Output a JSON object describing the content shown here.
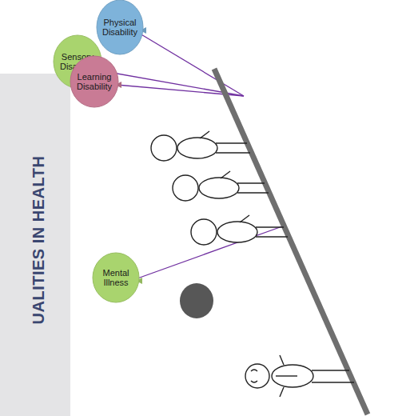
{
  "diagram": {
    "title": "UALITIES IN HEALTH",
    "nodes": [
      {
        "text": [
          "Physical Disability"
        ]
      },
      {
        "text": [
          "Sensory Disability"
        ]
      },
      {
        "text": [
          "Learning Disability"
        ]
      },
      {
        "text": [
          "Mental Illness"
        ]
      }
    ]
  }
}
